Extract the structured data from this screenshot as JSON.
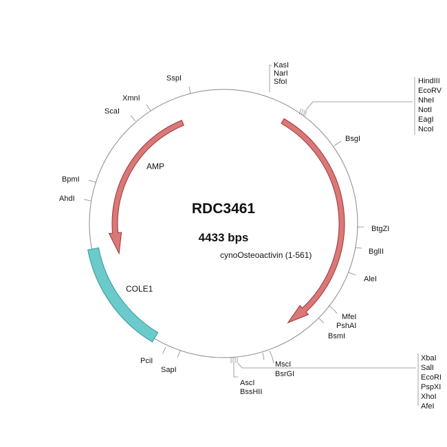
{
  "plasmid": {
    "name": "RDC3461",
    "length_label": "4433 bps"
  },
  "features": [
    {
      "name": "AMP",
      "color": "#d97878",
      "stroke": "#a33030"
    },
    {
      "name": "cynoOsteoactivin (1-561)",
      "color": "#d97878",
      "stroke": "#a33030"
    },
    {
      "name": "COLE1",
      "color": "#6ccaca",
      "stroke": "#2a9a9a"
    }
  ],
  "sites": {
    "top": [
      "KasI",
      "NarI",
      "SfoI"
    ],
    "mcs1": [
      "HindIII",
      "EcoRV",
      "NheI",
      "NotI",
      "EagI",
      "NcoI"
    ],
    "bsgi": "BsgI",
    "btgzi": "BtgZI",
    "bglii": "BglII",
    "alei": "AleI",
    "mfe_group": [
      "MfeI",
      "PshAI",
      "BsmI"
    ],
    "msci_group": [
      "MscI",
      "BsrGI"
    ],
    "mcs2": [
      "XbaI",
      "SalI",
      "EcoRI",
      "PspXI",
      "XhoI",
      "AfeI"
    ],
    "asci_group": [
      "AscI",
      "BssHII"
    ],
    "sapi": "SapI",
    "pcii": "PciI",
    "ahdi": "AhdI",
    "bpmi": "BpmI",
    "scai": "ScaI",
    "xmni": "XmnI",
    "sspi": "SspI"
  }
}
